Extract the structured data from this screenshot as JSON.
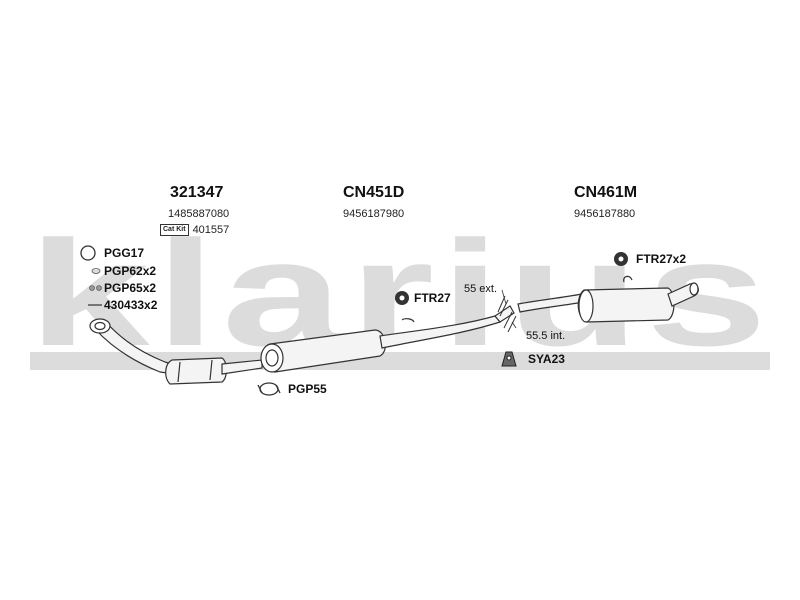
{
  "watermark": "klarius",
  "sections": [
    {
      "part": "321347",
      "ref": "1485887080",
      "catkit_label": "Cat Kit",
      "catkit_ref": "401557"
    },
    {
      "part": "CN451D",
      "ref": "9456187980"
    },
    {
      "part": "CN461M",
      "ref": "9456187880"
    }
  ],
  "fittings_left": [
    "PGG17",
    "PGP62x2",
    "PGP65x2",
    "430433x2"
  ],
  "callouts": {
    "ftr27": "FTR27",
    "ftr27x2": "FTR27x2",
    "pgp55": "PGP55",
    "sya23": "SYA23",
    "ext": "55 ext.",
    "int": "55.5 int."
  },
  "icons": [
    "ring-clamp-icon",
    "gasket-icon",
    "bolt-icon",
    "rubber-mount-icon",
    "pipe-clamp-icon",
    "bracket-icon"
  ]
}
